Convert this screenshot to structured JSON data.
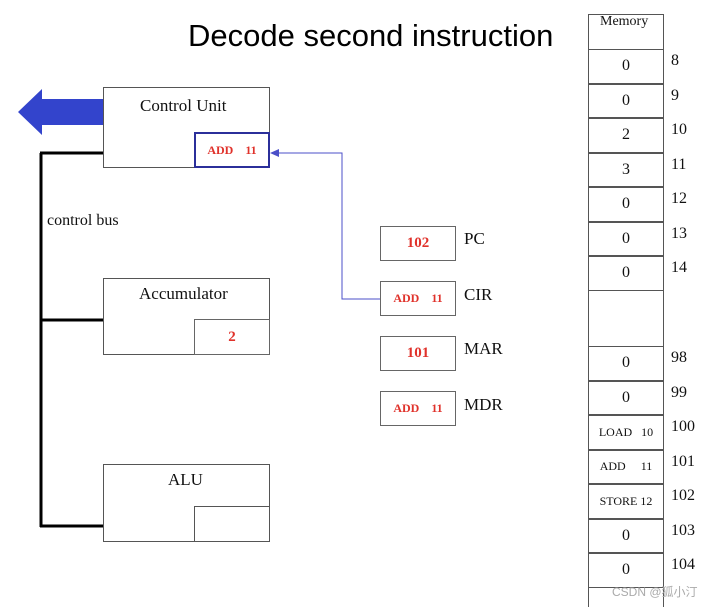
{
  "title": "Decode second instruction",
  "control_unit": {
    "label": "Control Unit",
    "cir_copy": "ADD    11"
  },
  "control_bus_label": "control bus",
  "accumulator": {
    "label": "Accumulator",
    "value": "2"
  },
  "alu": {
    "label": "ALU"
  },
  "registers": {
    "pc": {
      "name": "PC",
      "value": "102"
    },
    "cir": {
      "name": "CIR",
      "value": "ADD    11"
    },
    "mar": {
      "name": "MAR",
      "value": "101"
    },
    "mdr": {
      "name": "MDR",
      "value": "ADD    11"
    }
  },
  "memory": {
    "header": "Memory",
    "top_cells": [
      {
        "address": "8",
        "value": "0"
      },
      {
        "address": "9",
        "value": "0"
      },
      {
        "address": "10",
        "value": "2"
      },
      {
        "address": "11",
        "value": "3"
      },
      {
        "address": "12",
        "value": "0"
      },
      {
        "address": "13",
        "value": "0"
      },
      {
        "address": "14",
        "value": "0"
      }
    ],
    "bottom_cells": [
      {
        "address": "98",
        "value": "0"
      },
      {
        "address": "99",
        "value": "0"
      },
      {
        "address": "100",
        "value": "LOAD   10"
      },
      {
        "address": "101",
        "value": "ADD     11"
      },
      {
        "address": "102",
        "value": "STORE 12"
      },
      {
        "address": "103",
        "value": "0"
      },
      {
        "address": "104",
        "value": "0"
      }
    ]
  },
  "watermark": "CSDN @狐小汀",
  "colors": {
    "arrow": "#3344cc",
    "highlight_box": "#2b2f9a",
    "value_text": "#e0322b",
    "connector": "#4b4fc8"
  }
}
